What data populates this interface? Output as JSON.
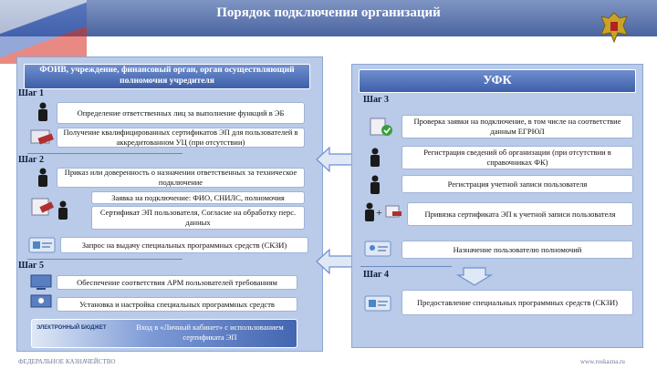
{
  "title": "Порядок подключения организаций",
  "left": {
    "header": "ФОИВ, учреждение, финансовый орган, орган осуществляющий полномочия учредителя",
    "step1": "Шаг 1",
    "step2": "Шаг 2",
    "step5": "Шаг 5",
    "items": [
      "Определение ответственных лиц за выполнение функций в ЭБ",
      "Получение квалифицированных сертификатов ЭП для пользователей в аккредитованном УЦ (при отсутствии)",
      "Приказ или доверенность о назначении ответственных за техническое подключение",
      "Заявка на подключение: ФИО, СНИЛС, полномочия",
      "Сертификат ЭП пользователя, Согласие на обработку перс. данных",
      "Запрос на выдачу специальных программных средств (СКЗИ)",
      "Обеспечение соответствия АРМ пользователей требованиям",
      "Установка и настройка специальных программных средств",
      "Вход в «Личный кабинет» с использованием сертификата ЭП"
    ],
    "logo_text": "ЭЛЕКТРОННЫЙ БЮДЖЕТ"
  },
  "right": {
    "header": "УФК",
    "step3": "Шаг 3",
    "step4": "Шаг 4",
    "items": [
      "Проверка заявки на подключение, в том числе на соответствие данным ЕГРЮЛ",
      "Регистрация сведений об организации (при отсутствии в справочниках ФК)",
      "Регистрация учетной записи пользователя",
      "Привязка сертификата ЭП к учетной записи пользователя",
      "Назначение пользователю полномочий",
      "Предоставление специальных программных средств (СКЗИ)"
    ]
  },
  "footer": {
    "left": "ФЕДЕРАЛЬНОЕ КАЗНАЧЕЙСТВО",
    "right": "www.roskazna.ru"
  },
  "colors": {
    "topbar": "#4a64a0",
    "panel": "#b9cbe8",
    "accent": "#3e5fa9"
  }
}
